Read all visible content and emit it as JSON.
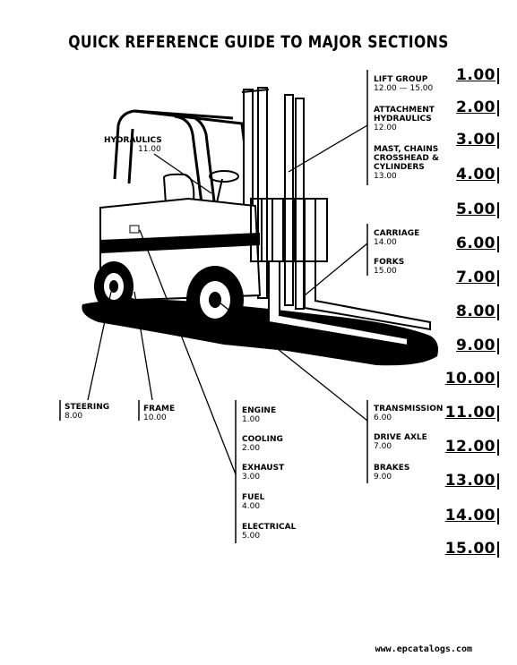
{
  "title": "QUICK REFERENCE GUIDE TO MAJOR SECTIONS",
  "groups": {
    "hydraulics": {
      "name": "HYDRAULICS",
      "num": "11.00"
    },
    "lift_group": {
      "name": "LIFT GROUP",
      "num": "12.00 — 15.00"
    },
    "attachment": {
      "name": "ATTACHMENT\nHYDRAULICS",
      "num": "12.00"
    },
    "mast": {
      "name": "MAST, CHAINS\nCROSSHEAD &\nCYLINDERS",
      "num": "13.00"
    },
    "carriage": {
      "name": "CARRIAGE",
      "num": "14.00"
    },
    "forks": {
      "name": "FORKS",
      "num": "15.00"
    },
    "steering": {
      "name": "STEERING",
      "num": "8.00"
    },
    "frame": {
      "name": "FRAME",
      "num": "10.00"
    },
    "engine": {
      "name": "ENGINE",
      "num": "1.00"
    },
    "cooling": {
      "name": "COOLING",
      "num": "2.00"
    },
    "exhaust": {
      "name": "EXHAUST",
      "num": "3.00"
    },
    "fuel": {
      "name": "FUEL",
      "num": "4.00"
    },
    "electrical": {
      "name": "ELECTRICAL",
      "num": "5.00"
    },
    "transmission": {
      "name": "TRANSMISSION",
      "num": "6.00"
    },
    "drive_axle": {
      "name": "DRIVE AXLE",
      "num": "7.00"
    },
    "brakes": {
      "name": "BRAKES",
      "num": "9.00"
    }
  },
  "tabs": [
    "1.00",
    "2.00",
    "3.00",
    "4.00",
    "5.00",
    "6.00",
    "7.00",
    "8.00",
    "9.00",
    "10.00",
    "11.00",
    "12.00",
    "13.00",
    "14.00",
    "15.00"
  ],
  "footer": "www.epcatalogs.com"
}
